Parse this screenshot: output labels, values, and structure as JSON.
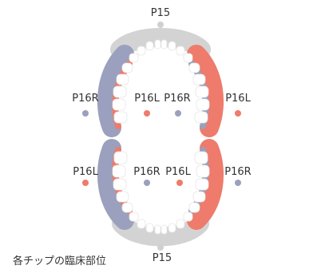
{
  "caption": "各チップの臨床部位",
  "labels": {
    "upper_top": "P15",
    "upper_left_outer": "P16R",
    "upper_left_inner": "P16L",
    "upper_right_inner": "P16R",
    "upper_right_outer": "P16L",
    "lower_left_outer": "P16L",
    "lower_left_inner": "P16R",
    "lower_right_inner": "P16L",
    "lower_right_outer": "P16R",
    "lower_bottom": "P15"
  },
  "colors": {
    "gray_zone": "#d3d3d3",
    "slate_zone": "#9aa0bd",
    "red_zone": "#ee7b6b",
    "tooth": "#ffffff",
    "dot_gray": "#9aa0bd",
    "dot_red": "#ee7b6b",
    "dot_top": "#d0d0d0"
  }
}
